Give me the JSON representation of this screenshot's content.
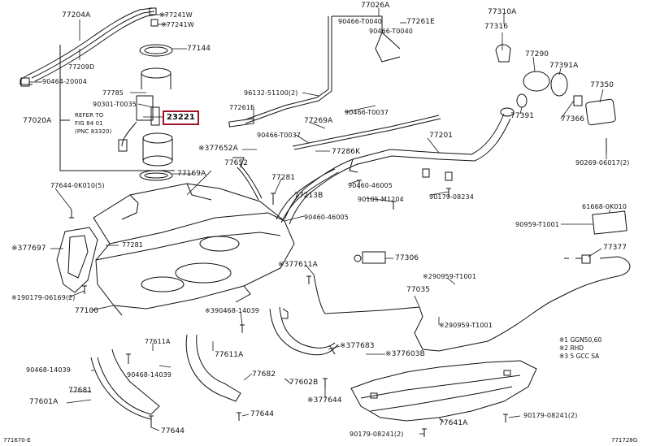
{
  "labels": {
    "l77204A": "77204A",
    "l77241W": "※77241W",
    "l77241W2": "※77241W",
    "l77144": "77144",
    "l77209D": "77209D",
    "l90464_20004": "90464-20004",
    "l77785": "77785",
    "l90301_T0035": "90301-T0035",
    "l23221": "23221",
    "l77020A": "77020A",
    "lrefer1": "REFER TO",
    "lrefer2": "FIG 84 01",
    "lrefer3": "(PNC 83320)",
    "l77644_0K010": "77644-0K010(5)",
    "l77169A": "77169A",
    "l377697": "※377697",
    "l77281a": "77281",
    "l190179": "※190179-06169(2)",
    "l77100": "77100",
    "l77026A": "77026A",
    "l90466_T0040a": "90466-T0040",
    "l77261Etop": "77261E",
    "l90466_T0040b": "90466-T0040",
    "l96132": "96132-51100(2)",
    "l77261Emid": "77261E",
    "l90466_T0037a": "90466-T0037",
    "l77269A": "77269A",
    "l90466_T0037b": "90466-T0037",
    "l377652A": "※377652A",
    "l77652": "77652",
    "l77286K": "77286K",
    "l77201": "77201",
    "l77281b": "77281",
    "l90460_46005a": "90460-46005",
    "l77213B": "77213B",
    "l90105_M1204": "90105-M1204",
    "l90179_08234": "90179-08234",
    "l90460_46005b": "90460-46005",
    "l77310A": "77310A",
    "l77316": "77316",
    "l77290": "77290",
    "l77391A": "77391A",
    "l77350": "77350",
    "l77391": "77391",
    "l77366": "77366",
    "l90269": "90269-06017(2)",
    "l61668": "61668-0K010",
    "l90959_T1001a": "90959-T1001",
    "l377611A": "※377611A",
    "l77306": "77306",
    "l77377": "77377",
    "l77035": "77035",
    "l290959a": "※290959-T1001",
    "l290959b": "※290959-T1001",
    "l390468": "※390468-14039",
    "l77611Aa": "77611A",
    "l77611Ab": "77611A",
    "l90468_14039a": "90468-14039",
    "l90468_14039b": "90468-14039",
    "l377683": "※377683",
    "l377603B": "※377603B",
    "l77682": "77682",
    "l77602B": "77602B",
    "l77681": "77681",
    "l77601A": "77601A",
    "l377644": "※377644",
    "l77644a": "77644",
    "l77644b": "77644",
    "l77641A": "77641A",
    "l90179_08241a": "90179-08241(2)",
    "l90179_08241b": "90179-08241(2)",
    "legend1": "※1 GGN50,60",
    "legend2": "※2 RHD",
    "legend3": "※3 5 GCC SA",
    "refLeft": "771670-E",
    "refRight": "771728G"
  },
  "colors": {
    "line": "#111111",
    "highlight": "#a11226"
  }
}
